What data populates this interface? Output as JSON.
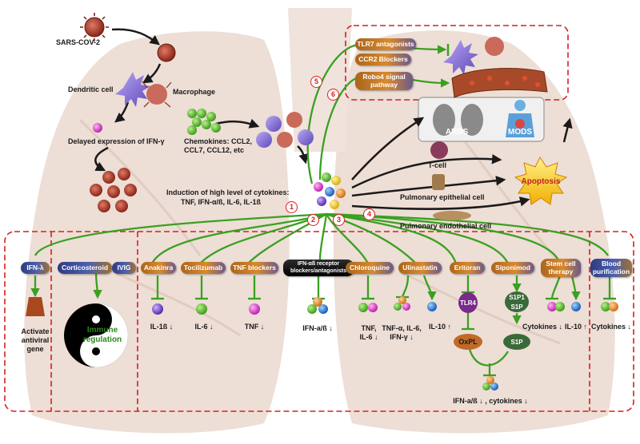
{
  "virus_label": "SARS-COV-2",
  "dendritic_label": "Dendritic cell",
  "macrophage_label": "Macrophage",
  "ifn_delay_label": "Delayed expression of IFN-γ",
  "chemokines_label_1": "Chemokines: CCL2,",
  "chemokines_label_2": "CCL7, CCL12, etc",
  "induction_label_1": "Induction of high level of cytokines:",
  "induction_label_2": "TNF, IFN-α/ß, IL-6, IL-1ß",
  "tlr7_label": "TLR7 antagonists",
  "ccr2_label": "CCR2 Blockers",
  "robo4_label_1": "Robo4 signal",
  "robo4_label_2": "pathway",
  "ards_label": "ARDS",
  "mods_label": "MODS",
  "tcell_label": "T-cell",
  "epithelial_label": "Pulmonary epithelial cell",
  "endothelial_label": "Pulmonary endothelial cell",
  "apoptosis_label": "Apoptosis",
  "pathway_numbers": [
    "1",
    "2",
    "3",
    "4",
    "5",
    "6"
  ],
  "drugs": {
    "ifn_lambda": "IFN-λ",
    "corticosteroid": "Corticosteroid",
    "ivig": "IVIG",
    "anakinra": "Anakinra",
    "tocilizumab": "Tocilizumab",
    "tnf_blockers": "TNF blockers",
    "ifn_receptor_1": "IFN-αß receptor",
    "ifn_receptor_2": "blockers/antagonists",
    "chloroquine": "Chloroquine",
    "ulinastatin": "Ulinastatin",
    "eritoran": "Eritoran",
    "siponimod": "Siponimod",
    "stem_cell_1": "Stem cell",
    "stem_cell_2": "therapy",
    "blood_purification_1": "Blood",
    "blood_purification_2": "purification"
  },
  "effects": {
    "activate_1": "Activate",
    "activate_2": "antiviral",
    "activate_3": "gene",
    "immune_1": "Immune",
    "immune_2": "regulation",
    "il1b": "IL-1ß ↓",
    "il6": "IL-6 ↓",
    "tnf": "TNF ↓",
    "ifnab": "IFN-a/ß ↓",
    "tnf_il6_1": "TNF,",
    "tnf_il6_2": "IL-6 ↓",
    "ulin_1": "TNF-α, IL-6,",
    "ulin_2": "IFN-γ ↓",
    "il10_up": "IL-10 ↑",
    "tlr4": "TLR4",
    "oxpl": "OxPL",
    "s1p1": "S1P1",
    "s1p": "S1P",
    "s1p_b": "S1P",
    "cytokines_down": "Cytokines ↓",
    "il10_up_2": "IL-10 ↑",
    "cytokines_down_2": "Cytokines ↓",
    "bottom_result": "IFN-a/ß ↓ , cytokines ↓"
  },
  "colors": {
    "lung": "#e8d6cb",
    "green_arrow": "#3aa020",
    "red_dash": "#d42020",
    "virus_red": "#b83a2a"
  }
}
